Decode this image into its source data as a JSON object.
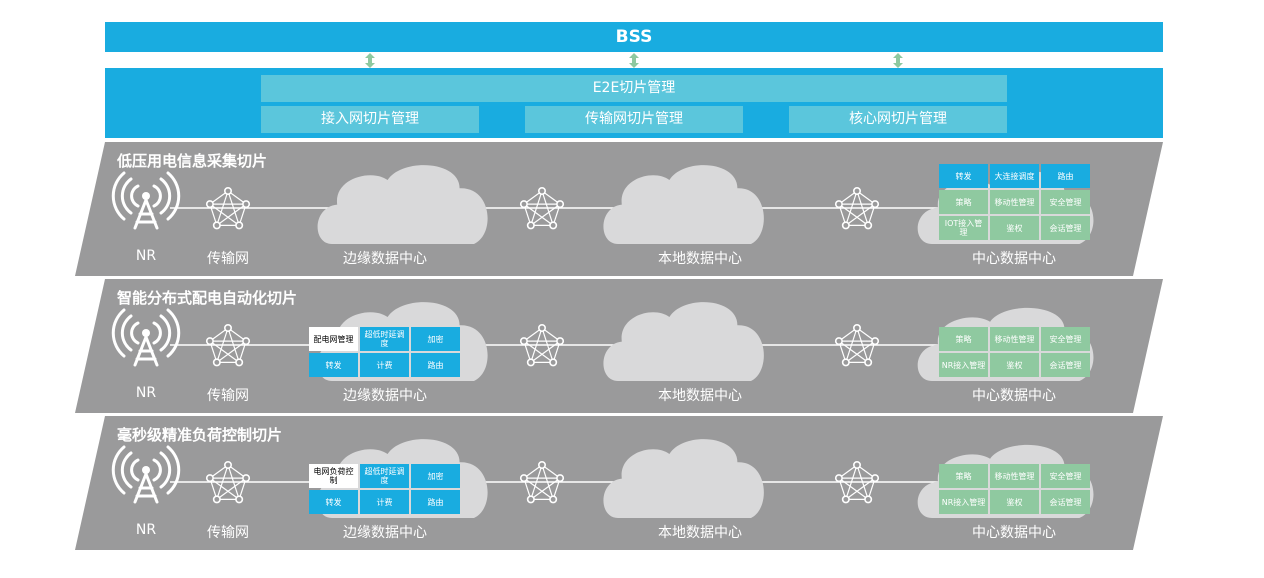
{
  "bss": {
    "label": "BSS"
  },
  "management": {
    "e2e": "E2E切片管理",
    "access": "接入网切片管理",
    "transport": "传输网切片管理",
    "core": "核心网切片管理"
  },
  "labels": {
    "nr": "NR",
    "transport": "传输网",
    "edge_dc": "边缘数据中心",
    "local_dc": "本地数据中心",
    "central_dc": "中心数据中心"
  },
  "slices": [
    {
      "title": "低压用电信息采集切片",
      "central_grid": [
        {
          "text": "转发",
          "color": "#19ace0"
        },
        {
          "text": "大连接调度",
          "color": "#19ace0"
        },
        {
          "text": "路由",
          "color": "#19ace0"
        },
        {
          "text": "策略",
          "color": "#8fc9a0"
        },
        {
          "text": "移动性管理",
          "color": "#8fc9a0"
        },
        {
          "text": "安全管理",
          "color": "#8fc9a0"
        },
        {
          "text": "IOT接入管理",
          "color": "#8fc9a0"
        },
        {
          "text": "鉴权",
          "color": "#8fc9a0"
        },
        {
          "text": "会话管理",
          "color": "#8fc9a0"
        }
      ]
    },
    {
      "title": "智能分布式配电自动化切片",
      "edge_grid": [
        {
          "text": "配电网管理",
          "color": "#ffffff"
        },
        {
          "text": "超低时延调度",
          "color": "#19ace0"
        },
        {
          "text": "加密",
          "color": "#19ace0"
        },
        {
          "text": "转发",
          "color": "#19ace0"
        },
        {
          "text": "计费",
          "color": "#19ace0"
        },
        {
          "text": "路由",
          "color": "#19ace0"
        }
      ],
      "central_grid": [
        {
          "text": "策略",
          "color": "#8fc9a0"
        },
        {
          "text": "移动性管理",
          "color": "#8fc9a0"
        },
        {
          "text": "安全管理",
          "color": "#8fc9a0"
        },
        {
          "text": "NR接入管理",
          "color": "#8fc9a0"
        },
        {
          "text": "鉴权",
          "color": "#8fc9a0"
        },
        {
          "text": "会话管理",
          "color": "#8fc9a0"
        }
      ]
    },
    {
      "title": "毫秒级精准负荷控制切片",
      "edge_grid": [
        {
          "text": "电网负荷控制",
          "color": "#ffffff"
        },
        {
          "text": "超低时延调度",
          "color": "#19ace0"
        },
        {
          "text": "加密",
          "color": "#19ace0"
        },
        {
          "text": "转发",
          "color": "#19ace0"
        },
        {
          "text": "计费",
          "color": "#19ace0"
        },
        {
          "text": "路由",
          "color": "#19ace0"
        }
      ],
      "central_grid": [
        {
          "text": "策略",
          "color": "#8fc9a0"
        },
        {
          "text": "移动性管理",
          "color": "#8fc9a0"
        },
        {
          "text": "安全管理",
          "color": "#8fc9a0"
        },
        {
          "text": "NR接入管理",
          "color": "#8fc9a0"
        },
        {
          "text": "鉴权",
          "color": "#8fc9a0"
        },
        {
          "text": "会话管理",
          "color": "#8fc9a0"
        }
      ]
    }
  ],
  "colors": {
    "brand_blue": "#19ace0",
    "light_blue": "#5bc6dc",
    "slice_gray": "#9a9a9b",
    "cloud": "#d9d9da",
    "green": "#8fc9a0"
  }
}
